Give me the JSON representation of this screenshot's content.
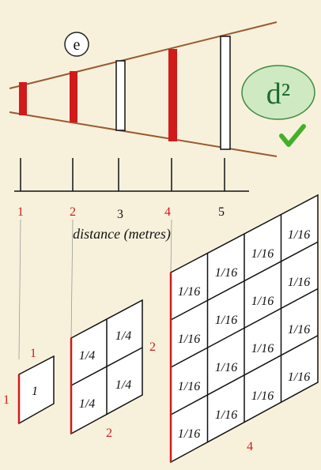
{
  "badge_e": "e",
  "badge_d2": "d²",
  "check_icon": "check-mark-icon",
  "axis": {
    "title": "distance (metres)",
    "ticks": [
      {
        "label": "1",
        "color": "#d11a1a"
      },
      {
        "label": "2",
        "color": "#d11a1a"
      },
      {
        "label": "3",
        "color": "#111111"
      },
      {
        "label": "4",
        "color": "#d11a1a"
      },
      {
        "label": "5",
        "color": "#111111"
      }
    ]
  },
  "grids": {
    "g1": {
      "cell": "1",
      "top": "1",
      "side": "1"
    },
    "g2": {
      "cell": "1/4",
      "side": "2",
      "bottom": "2"
    },
    "g4": {
      "cell": "1/16",
      "bottom": "4"
    }
  },
  "colors": {
    "background": "#f7f1dc",
    "cone_line": "#9a5a30",
    "red": "#d11a1a",
    "badge_fill": "#cfe9c3",
    "badge_text": "#1f6b2e",
    "check": "#43b02a"
  }
}
